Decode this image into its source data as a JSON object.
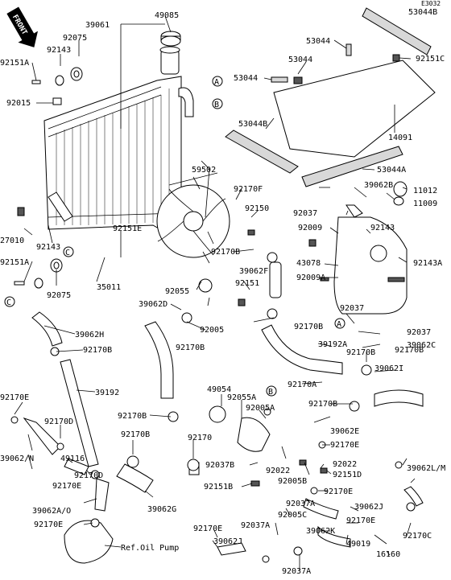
{
  "diagram": {
    "code": "E3032",
    "front_label": "FRONT",
    "ref_label": "Ref.Oil Pump",
    "circle_markers": [
      "A",
      "B",
      "C",
      "B",
      "C",
      "A"
    ],
    "part_labels": [
      "53044B",
      "39061",
      "49085",
      "92075",
      "92143",
      "92151A",
      "92015",
      "53044",
      "53044",
      "92151C",
      "53044",
      "53044B",
      "14091",
      "53044A",
      "59502",
      "92170F",
      "92150",
      "11012",
      "11009",
      "92037",
      "92009",
      "92143",
      "43078",
      "92009A",
      "92143A",
      "27010",
      "92143",
      "92151A",
      "92075",
      "92151E",
      "35011",
      "92170B",
      "39062F",
      "92151",
      "92055",
      "39062D",
      "92005",
      "92170B",
      "92170B",
      "92037",
      "92037",
      "39062C",
      "92170B",
      "39062H",
      "92170B",
      "39192",
      "39192A",
      "92170B",
      "39062I",
      "92170A",
      "92170B",
      "39062E",
      "92170E",
      "49054",
      "92055A",
      "92005A",
      "92170E",
      "92170D",
      "92170B",
      "92170B",
      "92170",
      "39062/N",
      "49116",
      "92170D",
      "39062A/O",
      "39062G",
      "92037B",
      "92022",
      "92022",
      "92151D",
      "92005B",
      "92151B",
      "92170E",
      "92170E",
      "39062L/M",
      "92037A",
      "39062J",
      "92170E",
      "92170E",
      "92005C",
      "92037A",
      "92170C",
      "39062K",
      "92170E",
      "39062J",
      "49019",
      "16160",
      "92037A",
      "39062B"
    ]
  }
}
